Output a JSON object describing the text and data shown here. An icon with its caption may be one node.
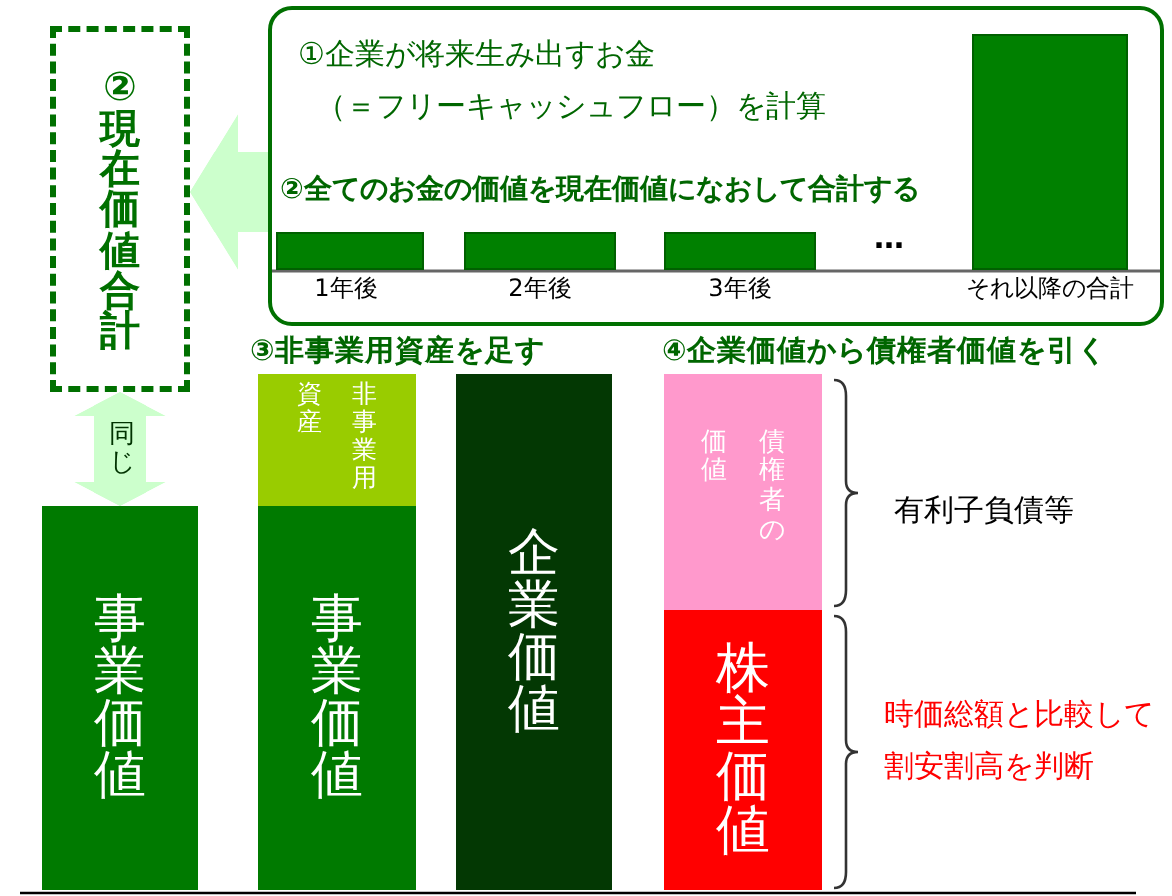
{
  "diagram": {
    "nodes": [
      {
        "text": [
          "②現在価値合計"
        ]
      },
      {
        "text": [
          "①企業が将来生み出すお金",
          "（＝フリーキャッシュフロー）を計算"
        ]
      },
      {
        "text": [],
        "shape": "bar",
        "in": 1,
        "beside": [
          "1年後"
        ]
      },
      {
        "text": [],
        "shape": "bar",
        "in": 1,
        "beside": [
          "2年後"
        ]
      },
      {
        "text": [],
        "shape": "bar",
        "in": 1,
        "beside": [
          "3年後"
        ]
      },
      {
        "text": [],
        "shape": "bar",
        "in": 1,
        "beside": [
          "それ以降の合計"
        ]
      },
      {
        "text": [
          "事業価値"
        ]
      },
      {
        "text": [
          "非事業用資産"
        ]
      },
      {
        "text": [
          "事業価値"
        ]
      },
      {
        "text": [
          "企業価値"
        ]
      },
      {
        "text": [
          "債権者の価値"
        ],
        "beside": [
          "有利子負債等"
        ]
      },
      {
        "text": [
          "株主価値"
        ],
        "beside": [
          "時価総額と比較して割安割高を判断"
        ]
      }
    ],
    "edges": [
      {
        "from": 1,
        "to": 0,
        "arrow": "to",
        "label": "②全てのお金の価値を現在価値になおして合計する"
      },
      {
        "from": 0,
        "to": 6,
        "arrow": "both",
        "label": "同じ"
      }
    ],
    "labels": [
      "…",
      "③非事業用資産を足す",
      "④企業価値から債権者価値を引く"
    ]
  }
}
